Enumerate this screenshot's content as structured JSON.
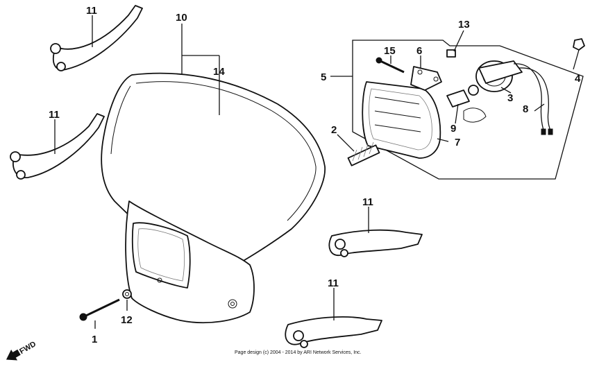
{
  "diagram": {
    "callouts": [
      {
        "id": "c1",
        "label": "1"
      },
      {
        "id": "c2",
        "label": "2"
      },
      {
        "id": "c3",
        "label": "3"
      },
      {
        "id": "c4",
        "label": "4"
      },
      {
        "id": "c5",
        "label": "5"
      },
      {
        "id": "c6",
        "label": "6"
      },
      {
        "id": "c7",
        "label": "7"
      },
      {
        "id": "c8",
        "label": "8"
      },
      {
        "id": "c9",
        "label": "9"
      },
      {
        "id": "c10",
        "label": "10"
      },
      {
        "id": "c11a",
        "label": "11"
      },
      {
        "id": "c11b",
        "label": "11"
      },
      {
        "id": "c11c",
        "label": "11"
      },
      {
        "id": "c11d",
        "label": "11"
      },
      {
        "id": "c12",
        "label": "12"
      },
      {
        "id": "c13",
        "label": "13"
      },
      {
        "id": "c14",
        "label": "14"
      },
      {
        "id": "c15",
        "label": "15"
      }
    ],
    "direction_label": "FWD",
    "copyright": "Page design (c) 2004 - 2014 by ARI Network Services, Inc."
  }
}
